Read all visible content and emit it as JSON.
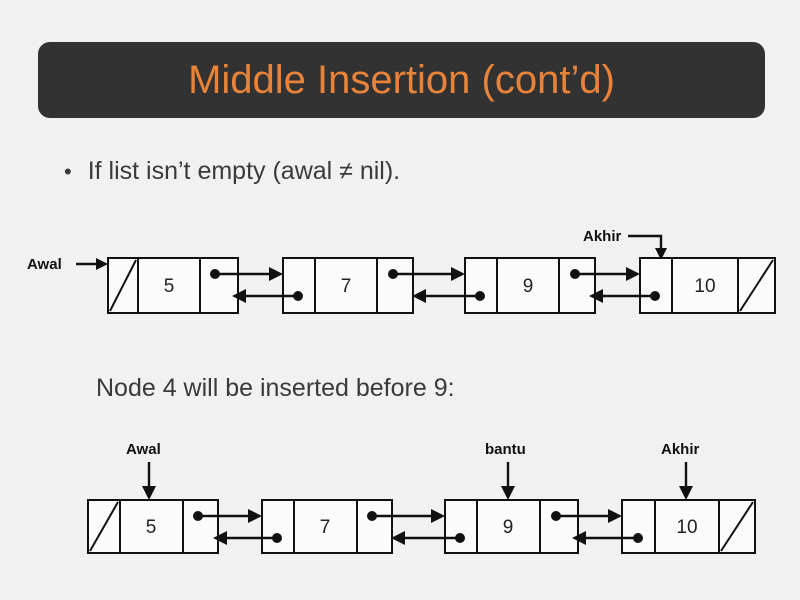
{
  "slide": {
    "title": "Middle Insertion (cont’d)",
    "bullet_marker": "•",
    "bullet_text": "If list isn’t empty (awal ≠ nil).",
    "caption": "Node 4 will be inserted before 9:",
    "background_color": "#f1f1f1",
    "title_bar_color": "#333233",
    "title_text_color": "#e8833a",
    "body_text_color": "#3a3a3a"
  },
  "diagram_1": {
    "name": "doubly-linked-list-before-insertion",
    "nodes": [
      {
        "value": "5",
        "prev": "nil",
        "next": "pointer"
      },
      {
        "value": "7",
        "prev": "pointer",
        "next": "pointer"
      },
      {
        "value": "9",
        "prev": "pointer",
        "next": "pointer"
      },
      {
        "value": "10",
        "prev": "pointer",
        "next": "nil"
      }
    ],
    "pointers": [
      {
        "label": "Awal",
        "target_node": 0,
        "arrow": "horizontal-right"
      },
      {
        "label": "Akhir",
        "target_node": 3,
        "arrow": "elbow-down"
      }
    ]
  },
  "diagram_2": {
    "name": "doubly-linked-list-with-helper-pointers",
    "nodes": [
      {
        "value": "5",
        "prev": "nil",
        "next": "pointer"
      },
      {
        "value": "7",
        "prev": "pointer",
        "next": "pointer"
      },
      {
        "value": "9",
        "prev": "pointer",
        "next": "pointer"
      },
      {
        "value": "10",
        "prev": "pointer",
        "next": "nil"
      }
    ],
    "pointers": [
      {
        "label": "Awal",
        "target_node": 0,
        "arrow": "down"
      },
      {
        "label": "bantu",
        "target_node": 2,
        "arrow": "down"
      },
      {
        "label": "Akhir",
        "target_node": 3,
        "arrow": "down"
      }
    ]
  }
}
